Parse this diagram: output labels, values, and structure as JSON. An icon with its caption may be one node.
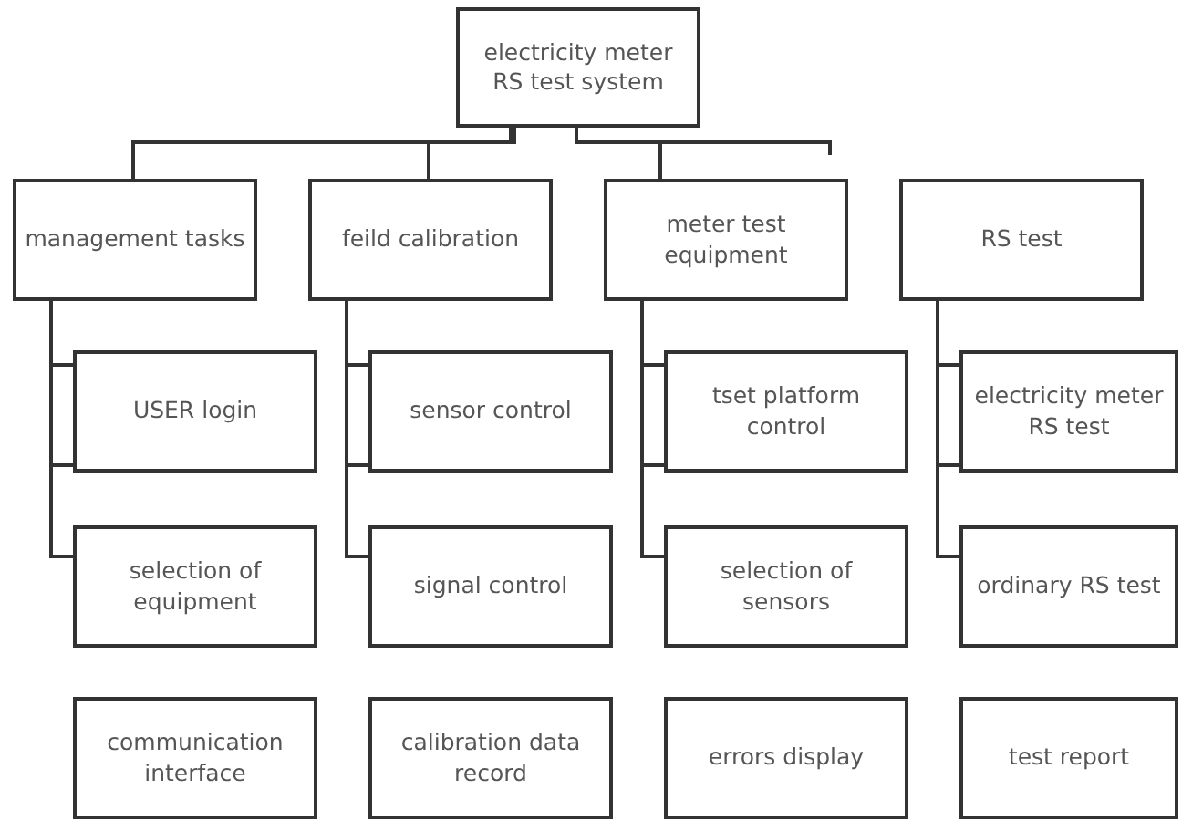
{
  "diagram": {
    "nodes": [
      {
        "text": [
          "electricity meter RS test system"
        ]
      },
      {
        "text": [
          "management tasks"
        ]
      },
      {
        "text": [
          "feild calibration"
        ]
      },
      {
        "text": [
          "meter test equipment"
        ]
      },
      {
        "text": [
          "RS test"
        ]
      },
      {
        "text": [
          "USER login"
        ]
      },
      {
        "text": [
          "selection of equipment"
        ]
      },
      {
        "text": [
          "communication interface"
        ]
      },
      {
        "text": [
          "sensor control"
        ]
      },
      {
        "text": [
          "signal control"
        ]
      },
      {
        "text": [
          "calibration data record"
        ]
      },
      {
        "text": [
          "tset platform control"
        ]
      },
      {
        "text": [
          "selection of sensors"
        ]
      },
      {
        "text": [
          "errors display"
        ]
      },
      {
        "text": [
          "electricity meter RS test"
        ]
      },
      {
        "text": [
          "ordinary RS test"
        ]
      },
      {
        "text": [
          "test report"
        ]
      }
    ],
    "edges": [
      {
        "from": 0,
        "to": 1,
        "arrow": "none"
      },
      {
        "from": 0,
        "to": 2,
        "arrow": "none"
      },
      {
        "from": 0,
        "to": 3,
        "arrow": "none"
      },
      {
        "from": 1,
        "to": 5,
        "arrow": "none"
      },
      {
        "from": 1,
        "to": 5,
        "arrow": "none"
      },
      {
        "from": 1,
        "to": 6,
        "arrow": "none"
      },
      {
        "from": 2,
        "to": 8,
        "arrow": "none"
      },
      {
        "from": 2,
        "to": 8,
        "arrow": "none"
      },
      {
        "from": 2,
        "to": 9,
        "arrow": "none"
      },
      {
        "from": 3,
        "to": 11,
        "arrow": "none"
      },
      {
        "from": 3,
        "to": 11,
        "arrow": "none"
      },
      {
        "from": 3,
        "to": 12,
        "arrow": "none"
      },
      {
        "from": 4,
        "to": 14,
        "arrow": "none"
      },
      {
        "from": 4,
        "to": 14,
        "arrow": "none"
      },
      {
        "from": 4,
        "to": 15,
        "arrow": "none"
      }
    ]
  }
}
